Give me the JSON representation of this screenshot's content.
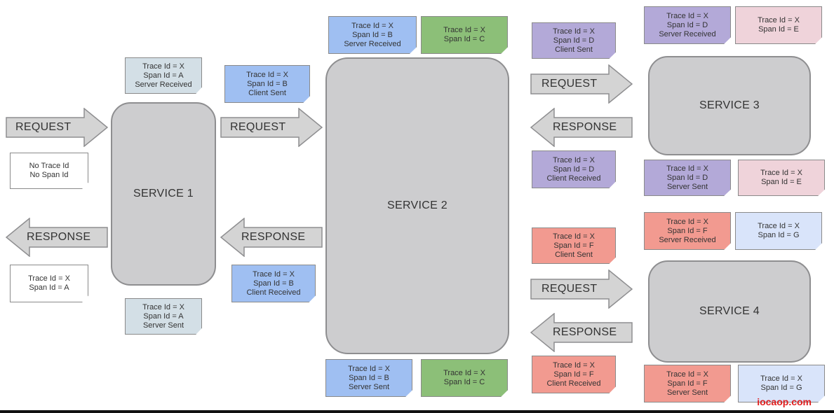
{
  "colors": {
    "service_fill": "#cdcdcf",
    "arrow_fill": "#d4d4d4",
    "arrow_stroke": "#8e8e90",
    "white": "#ffffff",
    "gray_blue": "#d3dfe6",
    "blue": "#9fbff2",
    "green": "#8cbf78",
    "purple": "#b3a9d8",
    "pink": "#efd3da",
    "salmon": "#f29a90",
    "light_blue": "#d9e4fa"
  },
  "services": {
    "s1": "SERVICE 1",
    "s2": "SERVICE 2",
    "s3": "SERVICE 3",
    "s4": "SERVICE 4"
  },
  "arrows": {
    "request": "REQUEST",
    "response": "RESPONSE"
  },
  "notes": {
    "n1": [
      "No Trace Id",
      "No Span Id"
    ],
    "n2": [
      "Trace Id = X",
      "Span Id = A",
      "Server Received"
    ],
    "n3": [
      "Trace Id = X",
      "Span Id = A"
    ],
    "n4": [
      "Trace Id = X",
      "Span Id = A",
      "Server Sent"
    ],
    "n5": [
      "Trace Id = X",
      "Span Id = B",
      "Client Sent"
    ],
    "n6": [
      "Trace Id = X",
      "Span Id = B",
      "Client Received"
    ],
    "n7": [
      "Trace Id = X",
      "Span Id = B",
      "Server Received"
    ],
    "n8": [
      "Trace Id = X",
      "Span Id = C"
    ],
    "n9": [
      "Trace Id = X",
      "Span Id = B",
      "Server Sent"
    ],
    "n10": [
      "Trace Id = X",
      "Span Id = C"
    ],
    "n11": [
      "Trace Id = X",
      "Span Id = D",
      "Client Sent"
    ],
    "n12": [
      "Trace Id = X",
      "Span Id = D",
      "Client Received"
    ],
    "n13": [
      "Trace Id = X",
      "Span Id = D",
      "Server Received"
    ],
    "n14": [
      "Trace Id = X",
      "Span Id = E"
    ],
    "n15": [
      "Trace Id = X",
      "Span Id = D",
      "Server Sent"
    ],
    "n16": [
      "Trace Id = X",
      "Span Id = E"
    ],
    "n17": [
      "Trace Id = X",
      "Span Id = F",
      "Client Sent"
    ],
    "n18": [
      "Trace Id = X",
      "Span Id = F",
      "Client Received"
    ],
    "n19": [
      "Trace Id = X",
      "Span Id = F",
      "Server Received"
    ],
    "n20": [
      "Trace Id = X",
      "Span Id = G"
    ],
    "n21": [
      "Trace Id = X",
      "Span Id = F",
      "Server Sent"
    ],
    "n22": [
      "Trace Id = X",
      "Span Id = G"
    ]
  },
  "watermark": "iocaop.com"
}
